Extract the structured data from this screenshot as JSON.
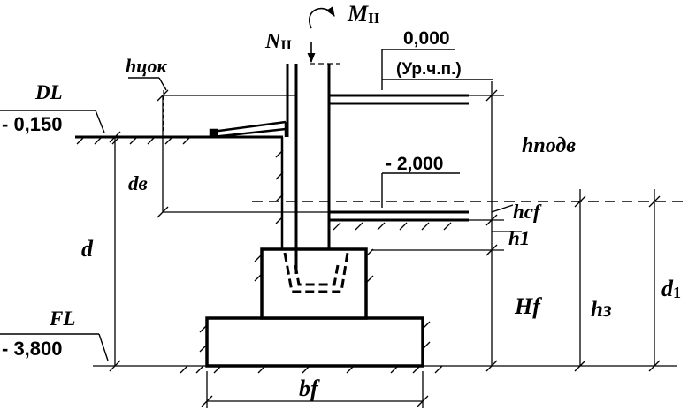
{
  "labels": {
    "m_main": "M",
    "m_sub": "II",
    "n_main": "N",
    "n_sub": "II",
    "zero_level": "0,000",
    "zero_note": "(Ур.ч.п.)",
    "h_tsok": "hцок",
    "dl": "DL",
    "dl_level": "- 0,150",
    "h_podv": "hподв",
    "level_2000": "- 2,000",
    "d_b": "dв",
    "h_cf": "hcf",
    "h1": "h1",
    "d": "d",
    "d1_main": "d",
    "d1_sub": "1",
    "h_f": "Hf",
    "h_z": "hз",
    "fl": "FL",
    "fl_level": "- 3,800",
    "b_f": "bf"
  }
}
